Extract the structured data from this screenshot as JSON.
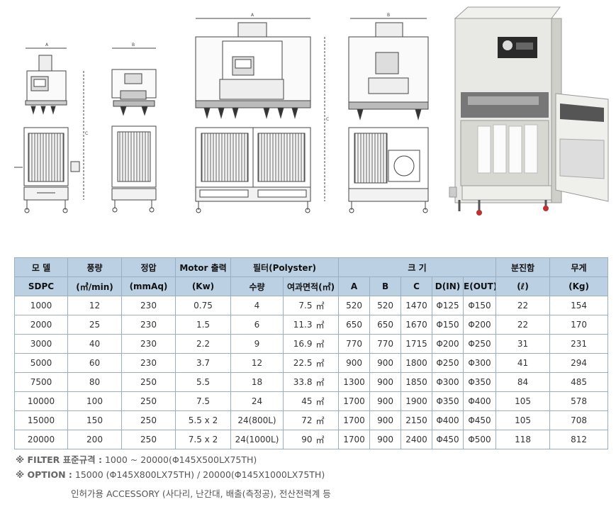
{
  "table": {
    "header_row1": {
      "model": "모 델",
      "airflow": "풍량",
      "static_pressure": "정압",
      "motor": "Motor 출력",
      "filter": "필터(Polyster)",
      "size": "크   기",
      "dust_bin": "분진함",
      "weight": "무게"
    },
    "header_row2": {
      "model": "SDPC",
      "airflow": "(㎥/min)",
      "static_pressure": "(mmAq)",
      "motor": "(Kw)",
      "filter_qty": "수량",
      "filter_area": "여과면적(㎡)",
      "a": "A",
      "b": "B",
      "c": "C",
      "d": "D(IN)",
      "e": "E(OUT)",
      "dust_bin": "(ℓ)",
      "weight": "(Kg)"
    },
    "rows": [
      {
        "model": "1000",
        "airflow": "12",
        "pressure": "230",
        "motor": "0.75",
        "qty": "4",
        "area": "7.5",
        "area_unit": "㎡",
        "a": "520",
        "b": "520",
        "c": "1470",
        "d": "Φ125",
        "e": "Φ150",
        "bin": "22",
        "weight": "154"
      },
      {
        "model": "2000",
        "airflow": "25",
        "pressure": "230",
        "motor": "1.5",
        "qty": "6",
        "area": "11.3",
        "area_unit": "㎡",
        "a": "650",
        "b": "650",
        "c": "1670",
        "d": "Φ150",
        "e": "Φ200",
        "bin": "22",
        "weight": "170"
      },
      {
        "model": "3000",
        "airflow": "40",
        "pressure": "230",
        "motor": "2.2",
        "qty": "9",
        "area": "16.9",
        "area_unit": "㎡",
        "a": "770",
        "b": "770",
        "c": "1715",
        "d": "Φ200",
        "e": "Φ250",
        "bin": "31",
        "weight": "231"
      },
      {
        "model": "5000",
        "airflow": "60",
        "pressure": "230",
        "motor": "3.7",
        "qty": "12",
        "area": "22.5",
        "area_unit": "㎡",
        "a": "900",
        "b": "900",
        "c": "1800",
        "d": "Φ250",
        "e": "Φ300",
        "bin": "41",
        "weight": "294"
      },
      {
        "model": "7500",
        "airflow": "80",
        "pressure": "250",
        "motor": "5.5",
        "qty": "18",
        "area": "33.8",
        "area_unit": "㎡",
        "a": "1300",
        "b": "900",
        "c": "1850",
        "d": "Φ300",
        "e": "Φ350",
        "bin": "84",
        "weight": "485"
      },
      {
        "model": "10000",
        "airflow": "100",
        "pressure": "250",
        "motor": "7.5",
        "qty": "24",
        "area": "45",
        "area_unit": "㎡",
        "a": "1700",
        "b": "900",
        "c": "1900",
        "d": "Φ350",
        "e": "Φ400",
        "bin": "105",
        "weight": "578"
      },
      {
        "model": "15000",
        "airflow": "150",
        "pressure": "250",
        "motor": "5.5 x 2",
        "qty": "24(800L)",
        "area": "72",
        "area_unit": "㎡",
        "a": "1700",
        "b": "900",
        "c": "2150",
        "d": "Φ400",
        "e": "Φ450",
        "bin": "105",
        "weight": "708"
      },
      {
        "model": "20000",
        "airflow": "200",
        "pressure": "250",
        "motor": "7.5 x 2",
        "qty": "24(1000L)",
        "area": "90",
        "area_unit": "㎡",
        "a": "1700",
        "b": "900",
        "c": "2400",
        "d": "Φ450",
        "e": "Φ500",
        "bin": "118",
        "weight": "812"
      }
    ]
  },
  "notes": {
    "filter_label": "※ FILTER 표준규격 :",
    "filter_value": " 1000 ~ 20000(Φ145X500LX75TH)",
    "option_label": "※ OPTION :",
    "option_value": " 15000 (Φ145X800LX75TH) / 20000(Φ145X1000LX75TH)",
    "accessory": "인허가용 ACCESSORY (사다리, 난간대, 배출(측정공), 전산전력계 등"
  },
  "drawing_dims": {
    "a": "A",
    "b": "B",
    "c": "C"
  },
  "colors": {
    "header_bg": "#bcd0e3",
    "border": "#9aaebf",
    "line": "#444444"
  }
}
